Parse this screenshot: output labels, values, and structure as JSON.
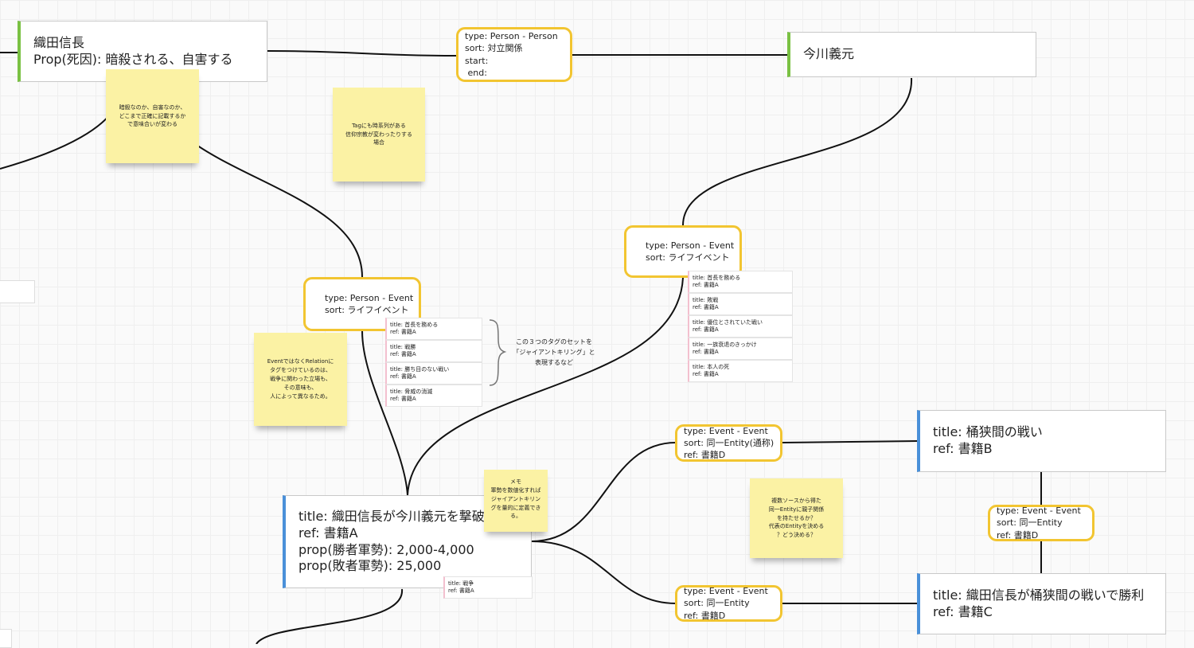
{
  "nodes": {
    "oda": {
      "lines": [
        "織田信長",
        "Prop(死因): 暗殺される、自害する"
      ]
    },
    "imagawa": {
      "lines": [
        "今川義元"
      ]
    },
    "battle_event": {
      "lines": [
        "title: 織田信長が今川義元を撃破",
        "ref: 書籍A",
        "prop(勝者軍勢): 2,000-4,000",
        "prop(敗者軍勢): 25,000"
      ]
    },
    "okehazama": {
      "lines": [
        "title: 桶狭間の戦い",
        "ref: 書籍B"
      ]
    },
    "victory": {
      "lines": [
        "title: 織田信長が桶狭間の戦いで勝利",
        "ref: 書籍C"
      ]
    }
  },
  "relations": {
    "rivalry": {
      "lines": [
        "type: Person - Person",
        "sort: 対立関係",
        "start:",
        " end:"
      ]
    },
    "oda_event": {
      "lines": [
        "type: Person - Event",
        "sort: ライフイベント"
      ]
    },
    "imagawa_event": {
      "lines": [
        "type: Person - Event",
        "sort: ライフイベント"
      ]
    },
    "ev_okehazama": {
      "lines": [
        "type: Event - Event",
        "sort: 同一Entity(通称)",
        "ref: 書籍D"
      ]
    },
    "ev_victory": {
      "lines": [
        "type: Event - Event",
        "sort: 同一Entity",
        "ref: 書籍D"
      ]
    },
    "okehazama_victory": {
      "lines": [
        "type: Event - Event",
        "sort: 同一Entity",
        "ref: 書籍D"
      ]
    }
  },
  "tags": {
    "oda_tags": [
      {
        "title": "title: 首長を務める",
        "ref": "ref: 書籍A"
      },
      {
        "title": "title: 戦勝",
        "ref": "ref: 書籍A"
      },
      {
        "title": "title: 勝ち目のない戦い",
        "ref": "ref: 書籍A"
      },
      {
        "title": "title: 脅威の消滅",
        "ref": "ref: 書籍A"
      }
    ],
    "imagawa_tags": [
      {
        "title": "title: 首長を務める",
        "ref": "ref: 書籍A"
      },
      {
        "title": "title: 敗戦",
        "ref": "ref: 書籍A"
      },
      {
        "title": "title: 優位とされていた戦い",
        "ref": "ref: 書籍A"
      },
      {
        "title": "title: 一族衰退のきっかけ",
        "ref": "ref: 書籍A"
      },
      {
        "title": "title: 本人の死",
        "ref": "ref: 書籍A"
      }
    ],
    "event_tags": [
      {
        "title": "title: 戦争",
        "ref": "ref: 書籍A"
      }
    ]
  },
  "stickies": {
    "assassination": [
      "暗殺なのか、自害なのか、",
      "どこまで正確に記載するか",
      "で意味合いが変わる"
    ],
    "tag_timeseries": [
      "Tagにも時系列がある",
      "信仰宗教が変わったりする",
      "場合"
    ],
    "event_relation": [
      "EventではなくRelationに",
      "タグをつけているのは、",
      "戦争に関わった立場も、",
      "その意味も、",
      "人によって異なるため。"
    ],
    "memo": [
      "メモ",
      "軍勢を数値化すれば",
      "ジャイアントキリン",
      "グを量的に定義でき",
      "る。"
    ],
    "multi_source": [
      "複数ソースから得た",
      "同一Entityに親子関係",
      "を持たせるか？",
      "代表のEntityを決める",
      "？どう決める？"
    ]
  },
  "brace_note": [
    "この３つのタグのセットを",
    "「ジャイアントキリング」と",
    "表現するなど"
  ],
  "colors": {
    "person_border": "#7ac143",
    "event_border": "#4a90d9",
    "relation_border": "#f2c531",
    "sticky": "#fbf2a4",
    "edge": "#111111"
  }
}
